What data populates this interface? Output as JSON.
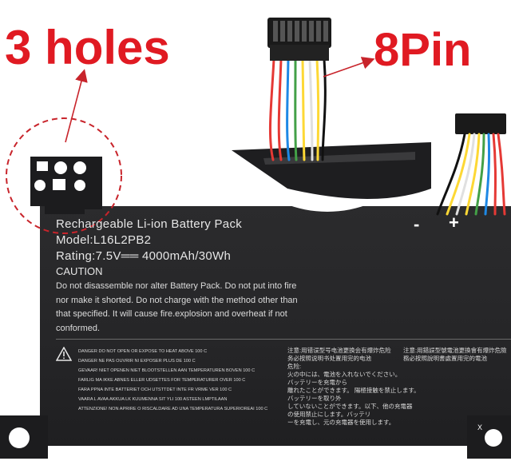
{
  "callouts": {
    "holes": "3 holes",
    "pins": "8Pin"
  },
  "label": {
    "title": "Rechargeable Li-ion Battery Pack",
    "model": "Model:L16L2PB2",
    "rating": "Rating:7.5V══ 4000mAh/30Wh",
    "caution": "CAUTION",
    "caution_lines": [
      "Do not disassemble nor alter Battery Pack. Do not put into fire",
      "nor make it shorted. Do not charge with the method other than",
      "that specified. It will cause fire.explosion and overheat if not",
      "conformed."
    ],
    "danger_lines": [
      "DANGER DO NOT OPEN OR EXPOSE TO HEAT ABOVE 100 C",
      "DANGER NE PAS OUVRIR NI EXPOSER  PLUS DE 100 C",
      "GEVAAR! NIET OPENEN NIET BLOOTSTELLEN  AAN TEMPERATUREN BOVEN 100 C",
      "FARLIG MA IKKE ABNES ELLER UDSETTES FOR TEMPERATURER OVER 100 C",
      "FARA    PPNA  INTE  BATTERIET OCH UTSTTDET INTE  FR  VRME VER 100 C",
      "VAARA   L  AVAA  AKKUA  LK  KUUMENNA  SIT YLI 100 ASTEEN LMPTILAAN",
      "ATTENZIONE! NON APRIRE O RISCALDARE AD UNA TEMPERATURA SUPERIOREAI 100 C"
    ],
    "cn_simplified": [
      "注意:用错误型号电池更换会有爆炸危险",
      "务必按照说明书处置用完的电池"
    ],
    "cn_traditional": [
      "注意:用錯誤型號電池更換會有爆炸危險",
      "務必按照說明書處置用完的電池"
    ],
    "jp_lines": [
      "危险:",
      "火の中には、電池を入れないでください。",
      "バッテリーを充電から",
      "離れたことができます。 陽極接触を禁止します。",
      "バッテリーを取り外",
      "していないことができます。以下、他の充電器",
      "の使用禁止にします。バッテリ",
      "ーを充電し、元の充電器を使用します。"
    ],
    "polarity_minus": "-",
    "polarity_plus": "+"
  },
  "colors": {
    "callout_red": "#e01a22",
    "battery_body": "#262628",
    "label_text": "#e6e6e6"
  },
  "wire_colors": [
    "#e53935",
    "#e53935",
    "#1e88e5",
    "#43a047",
    "#fdd835",
    "#ffffff",
    "#fdd835",
    "#111111"
  ]
}
